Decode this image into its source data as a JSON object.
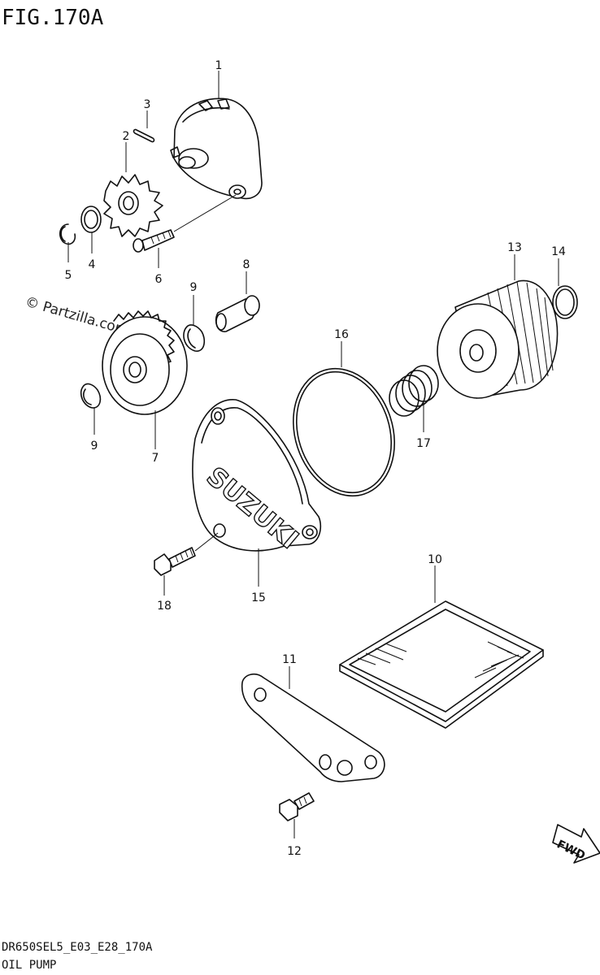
{
  "figure_id": "FIG.170A",
  "watermark": "© Partzilla.com",
  "model_code": "DR650SEL5_E03_E28_170A",
  "section_title": "OIL PUMP",
  "fwd_label": "FWD",
  "brand_text": "SUZUKI",
  "callouts": [
    "1",
    "2",
    "3",
    "4",
    "5",
    "6",
    "7",
    "8",
    "9",
    "9",
    "10",
    "11",
    "12",
    "13",
    "14",
    "15",
    "16",
    "17",
    "18"
  ]
}
